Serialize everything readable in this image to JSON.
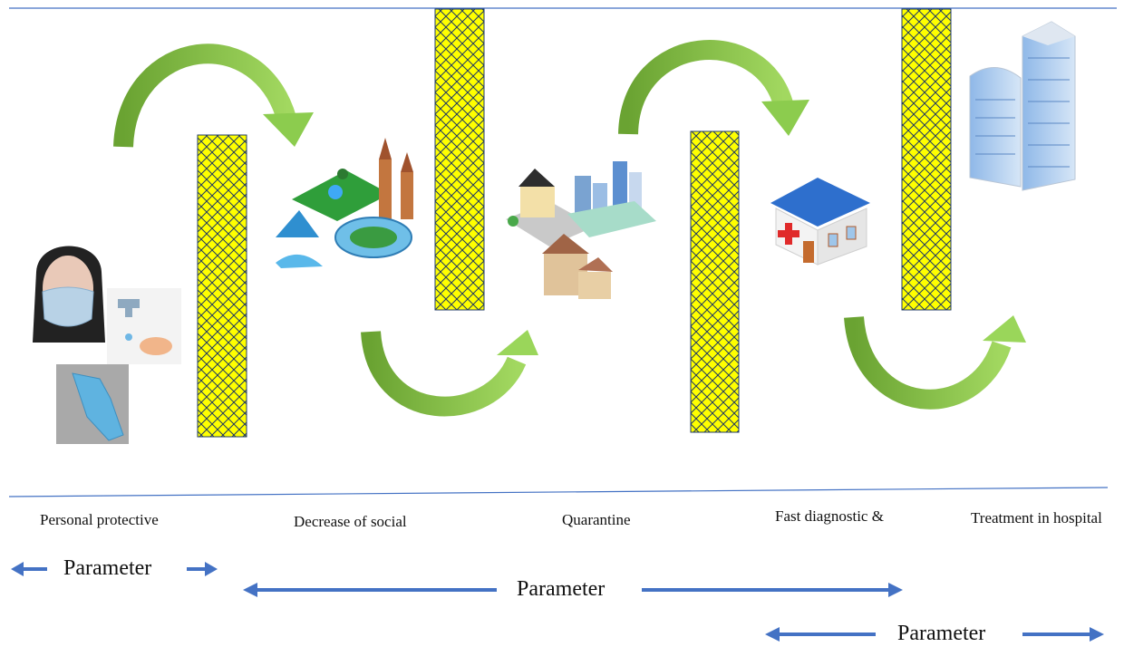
{
  "stages": [
    {
      "label": "Personal protective",
      "icon": "personal-protection-icon"
    },
    {
      "label": "Decrease of social",
      "icon": "city-park-icon"
    },
    {
      "label": "Quarantine",
      "icon": "houses-icon"
    },
    {
      "label": "Fast diagnostic &",
      "icon": "clinic-icon"
    },
    {
      "label": "Treatment in hospital",
      "icon": "hospital-buildings-icon"
    }
  ],
  "parameters": [
    {
      "label": "Parameter"
    },
    {
      "label": "Parameter"
    },
    {
      "label": "Parameter"
    }
  ],
  "colors": {
    "line": "#4472c4",
    "arrow_blue": "#4472c4",
    "barrier_fill": "#ffff00",
    "barrier_pattern": "#1f3864",
    "green_dark": "#6aa332",
    "green_light": "#92d050"
  }
}
